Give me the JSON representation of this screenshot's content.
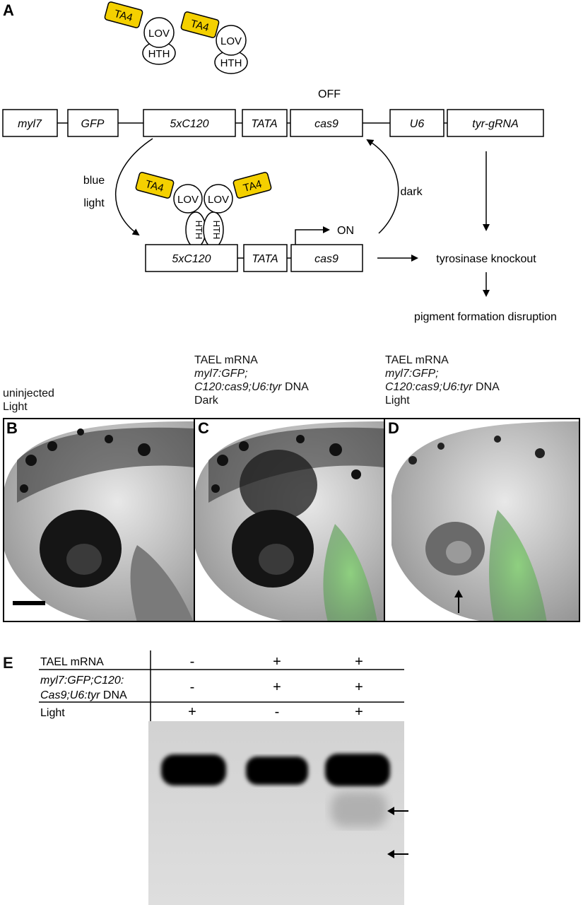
{
  "panel_letters": {
    "a": "A",
    "b": "B",
    "c": "C",
    "d": "D",
    "e": "E"
  },
  "proteins": {
    "ta4": "TA4",
    "lov": "LOV",
    "hth": "HTH"
  },
  "construct_top": {
    "boxes": [
      "myl7",
      "GFP",
      "5xC120",
      "TATA",
      "cas9",
      "U6",
      "tyr-gRNA"
    ],
    "state": "OFF"
  },
  "construct_bottom": {
    "boxes": [
      "5xC120",
      "TATA",
      "cas9"
    ],
    "state": "ON"
  },
  "arrows": {
    "blue_light_1": "blue",
    "blue_light_2": "light",
    "dark": "dark"
  },
  "outcomes": {
    "knockout": "tyrosinase knockout",
    "disruption": "pigment formation disruption"
  },
  "panels": [
    {
      "letter": "B",
      "line1": "uninjected",
      "line2": "",
      "line3": "",
      "cond": "Light"
    },
    {
      "letter": "C",
      "line1": "TAEL mRNA",
      "line2": "myl7:GFP;",
      "line3a": "C120:cas9;U6:tyr",
      "line3b": " DNA",
      "cond": "Dark"
    },
    {
      "letter": "D",
      "line1": "TAEL mRNA",
      "line2": "myl7:GFP;",
      "line3a": "C120:cas9;U6:tyr",
      "line3b": " DNA",
      "cond": "Light"
    }
  ],
  "gel_table": {
    "rows": [
      {
        "label": "TAEL mRNA",
        "values": [
          "-",
          "+",
          "+"
        ]
      },
      {
        "label_a": "myl7:GFP;C120:",
        "label_b": "Cas9;U6:tyr",
        "label_c": " DNA",
        "values": [
          "-",
          "+",
          "+"
        ]
      },
      {
        "label": "Light",
        "values": [
          "+",
          "-",
          "+"
        ]
      }
    ]
  }
}
